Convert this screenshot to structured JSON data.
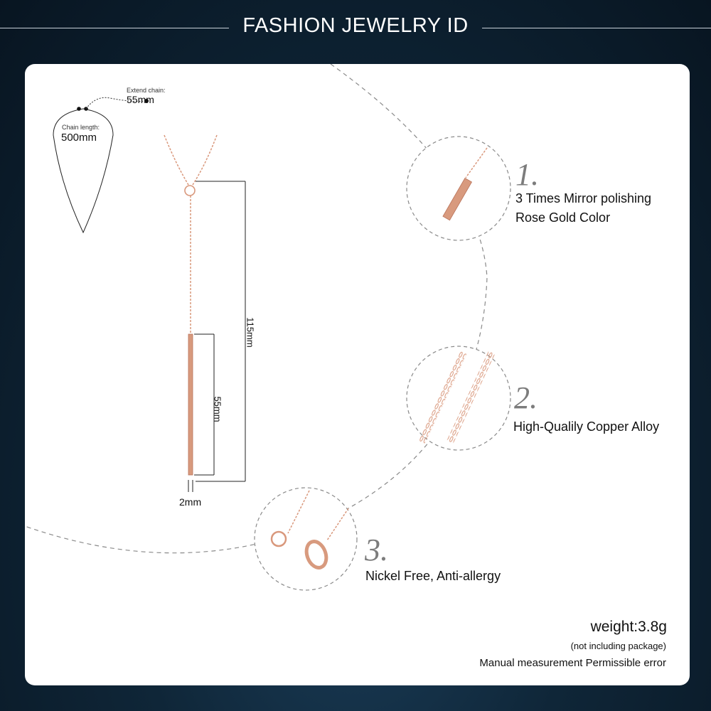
{
  "header": {
    "title": "FASHION JEWELRY ID"
  },
  "diagram": {
    "extend_label": "Extend chain:",
    "extend_value": "55mm",
    "chain_label": "Chain length:",
    "chain_value": "500mm"
  },
  "dimensions": {
    "total": "115mm",
    "bar": "55mm",
    "width": "2mm"
  },
  "features": [
    {
      "number": "1.",
      "lines": [
        "3 Times Mirror polishing",
        "Rose Gold Color"
      ]
    },
    {
      "number": "2.",
      "lines": [
        "High-Qualily Copper Alloy"
      ]
    },
    {
      "number": "3.",
      "lines": [
        "Nickel Free, Anti-allergy"
      ]
    }
  ],
  "specs": {
    "weight": "weight:3.8g",
    "note": "(not including package)",
    "error": "Manual measurement Permissible error"
  },
  "colors": {
    "rose_gold": "#d9987c",
    "dashed": "#8a8a8a"
  }
}
